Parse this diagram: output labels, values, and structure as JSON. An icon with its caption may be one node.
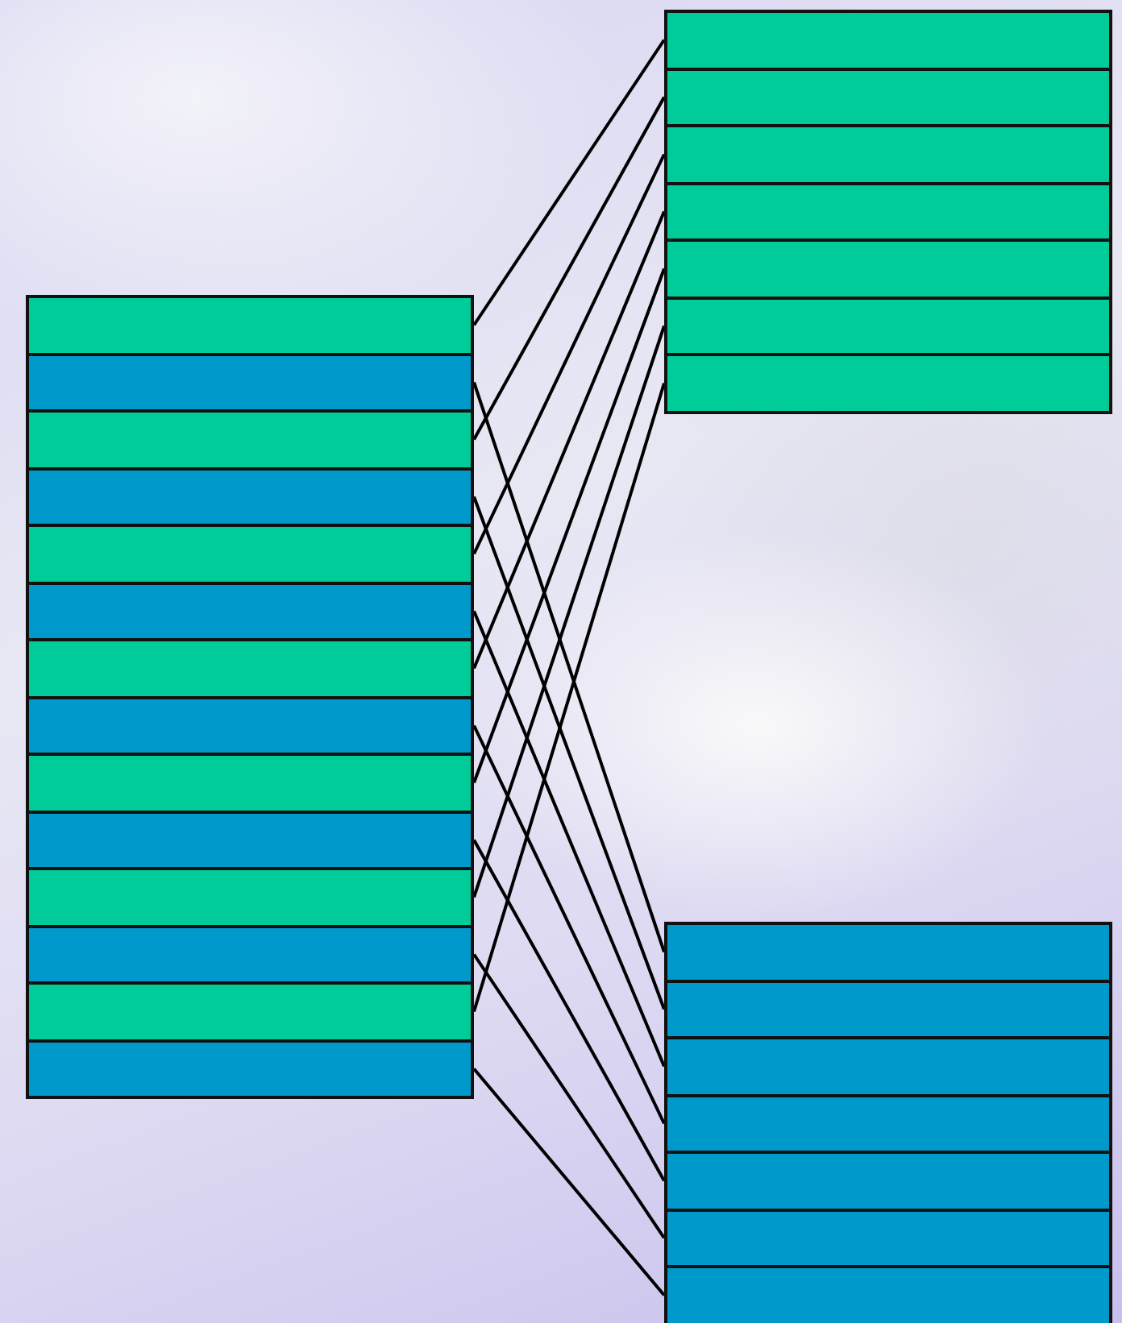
{
  "diagram": {
    "nodes": [
      {
        "text": [],
        "shape": "box"
      },
      {
        "text": [],
        "shape": "box"
      },
      {
        "text": [],
        "shape": "box"
      },
      {
        "text": [],
        "shape": "box"
      },
      {
        "text": [],
        "shape": "box"
      },
      {
        "text": [],
        "shape": "box"
      },
      {
        "text": [],
        "shape": "box"
      },
      {
        "text": [],
        "shape": "box"
      },
      {
        "text": [],
        "shape": "box"
      },
      {
        "text": [],
        "shape": "box"
      },
      {
        "text": [],
        "shape": "box"
      },
      {
        "text": [],
        "shape": "box"
      },
      {
        "text": [],
        "shape": "box"
      },
      {
        "text": [],
        "shape": "box"
      },
      {
        "text": [],
        "shape": "box"
      },
      {
        "text": [],
        "shape": "box"
      },
      {
        "text": [],
        "shape": "box"
      },
      {
        "text": [],
        "shape": "box"
      },
      {
        "text": [],
        "shape": "box"
      },
      {
        "text": [],
        "shape": "box"
      },
      {
        "text": [],
        "shape": "box"
      },
      {
        "text": [],
        "shape": "box"
      },
      {
        "text": [],
        "shape": "box"
      },
      {
        "text": [],
        "shape": "box"
      },
      {
        "text": [],
        "shape": "box"
      },
      {
        "text": [],
        "shape": "box"
      },
      {
        "text": [],
        "shape": "box"
      },
      {
        "text": [],
        "shape": "box"
      }
    ],
    "edges": [
      {
        "from": 0,
        "to": 14,
        "arrow": "none"
      },
      {
        "from": 1,
        "to": 21,
        "arrow": "none"
      },
      {
        "from": 2,
        "to": 15,
        "arrow": "none"
      },
      {
        "from": 3,
        "to": 22,
        "arrow": "none"
      },
      {
        "from": 4,
        "to": 16,
        "arrow": "none"
      },
      {
        "from": 5,
        "to": 23,
        "arrow": "none"
      },
      {
        "from": 6,
        "to": 17,
        "arrow": "none"
      },
      {
        "from": 7,
        "to": 24,
        "arrow": "none"
      },
      {
        "from": 8,
        "to": 18,
        "arrow": "none"
      },
      {
        "from": 9,
        "to": 25,
        "arrow": "none"
      },
      {
        "from": 10,
        "to": 19,
        "arrow": "none"
      },
      {
        "from": 11,
        "to": 26,
        "arrow": "none"
      },
      {
        "from": 12,
        "to": 20,
        "arrow": "none"
      },
      {
        "from": 13,
        "to": 27,
        "arrow": "none"
      }
    ]
  }
}
